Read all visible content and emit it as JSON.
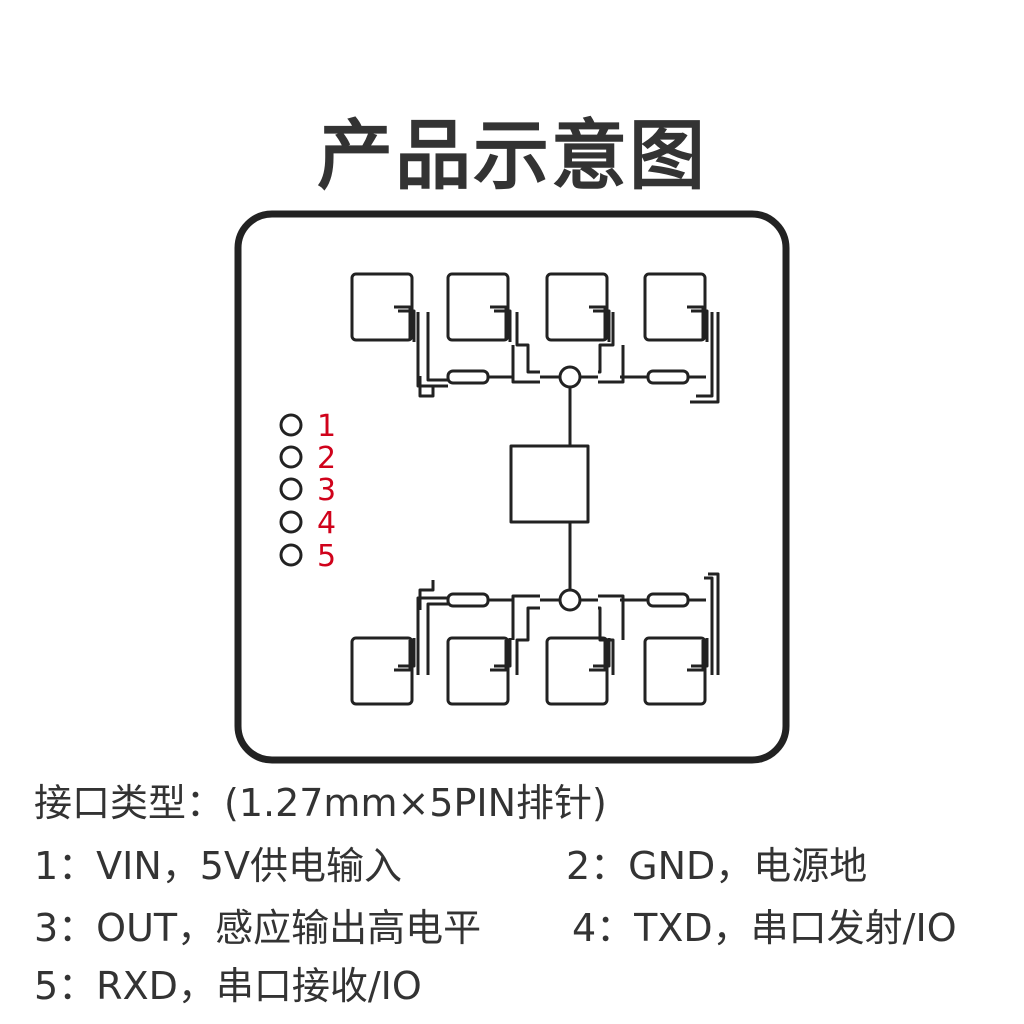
{
  "title": "产品示意图",
  "pins": [
    {
      "number": "1"
    },
    {
      "number": "2"
    },
    {
      "number": "3"
    },
    {
      "number": "4"
    },
    {
      "number": "5"
    }
  ],
  "pin_label_color": "#d0021b",
  "line_color": "#222222",
  "interface": "接口类型：(1.27mm×5PIN排针)",
  "pin_descriptions": {
    "pin1": "1：VIN，5V供电输入",
    "pin2": "2：GND，电源地",
    "pin3": "3：OUT，感应输出高电平",
    "pin4": "4：TXD，串口发射/IO",
    "pin5": "5：RXD，串口接收/IO"
  }
}
